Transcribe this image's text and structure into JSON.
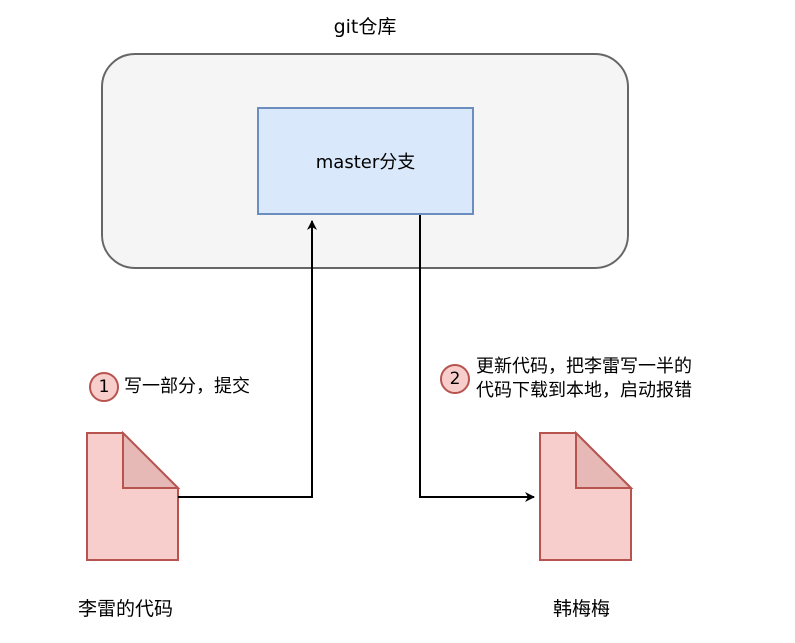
{
  "repo": {
    "title": "git仓库"
  },
  "branch": {
    "label": "master分支"
  },
  "steps": [
    {
      "number": "1",
      "text_lines": [
        "写一部分，提交"
      ]
    },
    {
      "number": "2",
      "text_lines": [
        "更新代码，把李雷写一半的",
        "代码下载到本地，启动报错"
      ]
    }
  ],
  "documents": [
    {
      "label": "李雷的代码"
    },
    {
      "label": "韩梅梅"
    }
  ],
  "colors": {
    "repo_fill": "#f5f5f5",
    "repo_stroke": "#666666",
    "branch_fill": "#dae8fc",
    "branch_stroke": "#6c8ebf",
    "doc_fill": "#f8cecc",
    "doc_stroke": "#b85450"
  }
}
